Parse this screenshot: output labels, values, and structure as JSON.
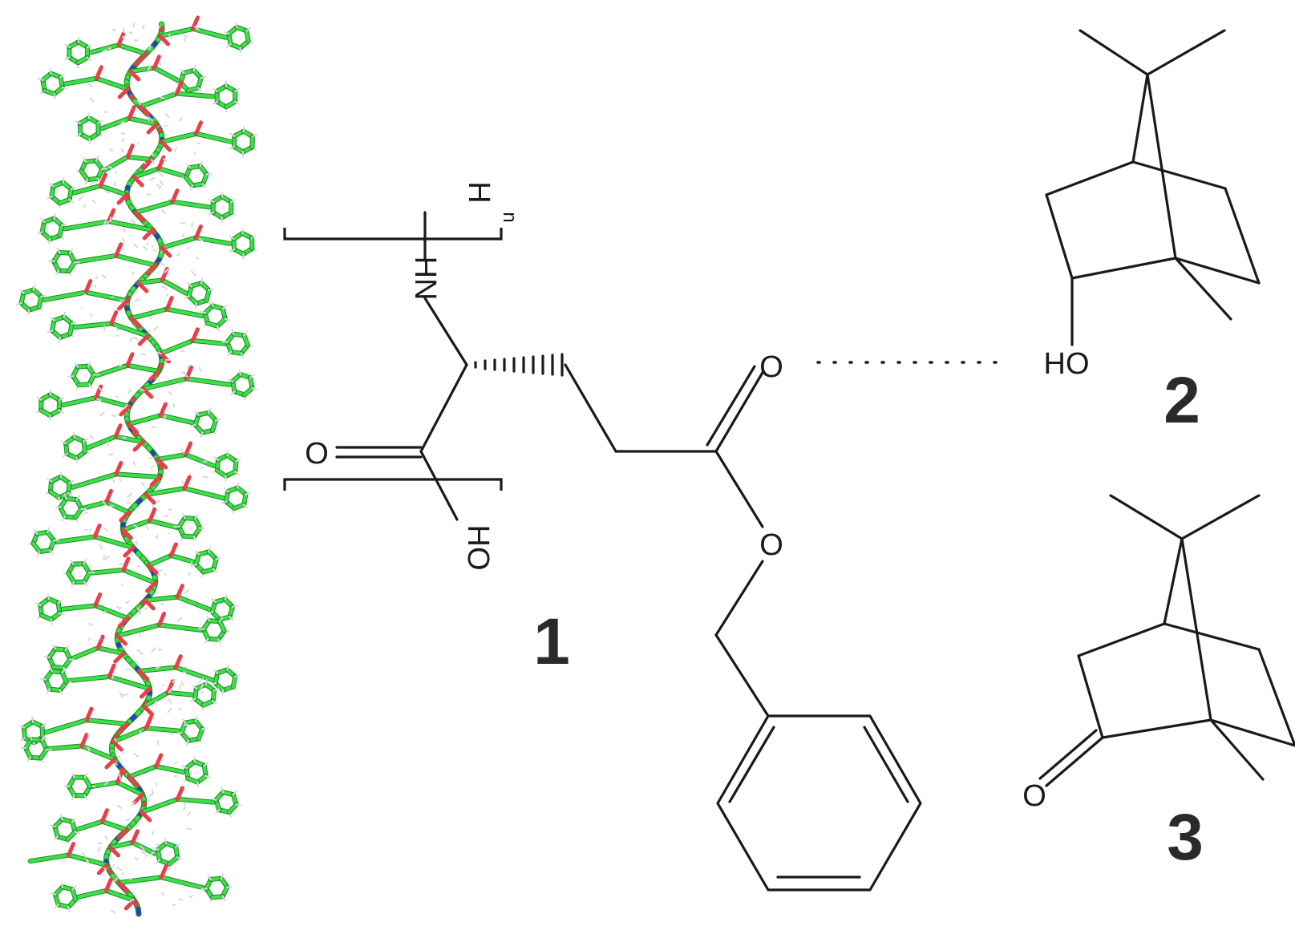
{
  "compounds": {
    "compound_1": {
      "number": "1"
    },
    "compound_2": {
      "number": "2"
    },
    "compound_3": {
      "number": "3"
    }
  },
  "atoms": {
    "nh_h": "H",
    "nh_n": "HN",
    "repeat_n": "n",
    "carbonyl_o": "O",
    "acid_oh": "HO",
    "ester_carbonyl_o": "O",
    "ester_o": "O",
    "borneol_oh": "HO",
    "camphor_o": "O"
  },
  "colors": {
    "carbon": "#3ee04a",
    "oxygen": "#e8404a",
    "nitrogen": "#2a3ad8",
    "hydrogen": "#d8d8d8",
    "bond": "#1a1a1a"
  }
}
